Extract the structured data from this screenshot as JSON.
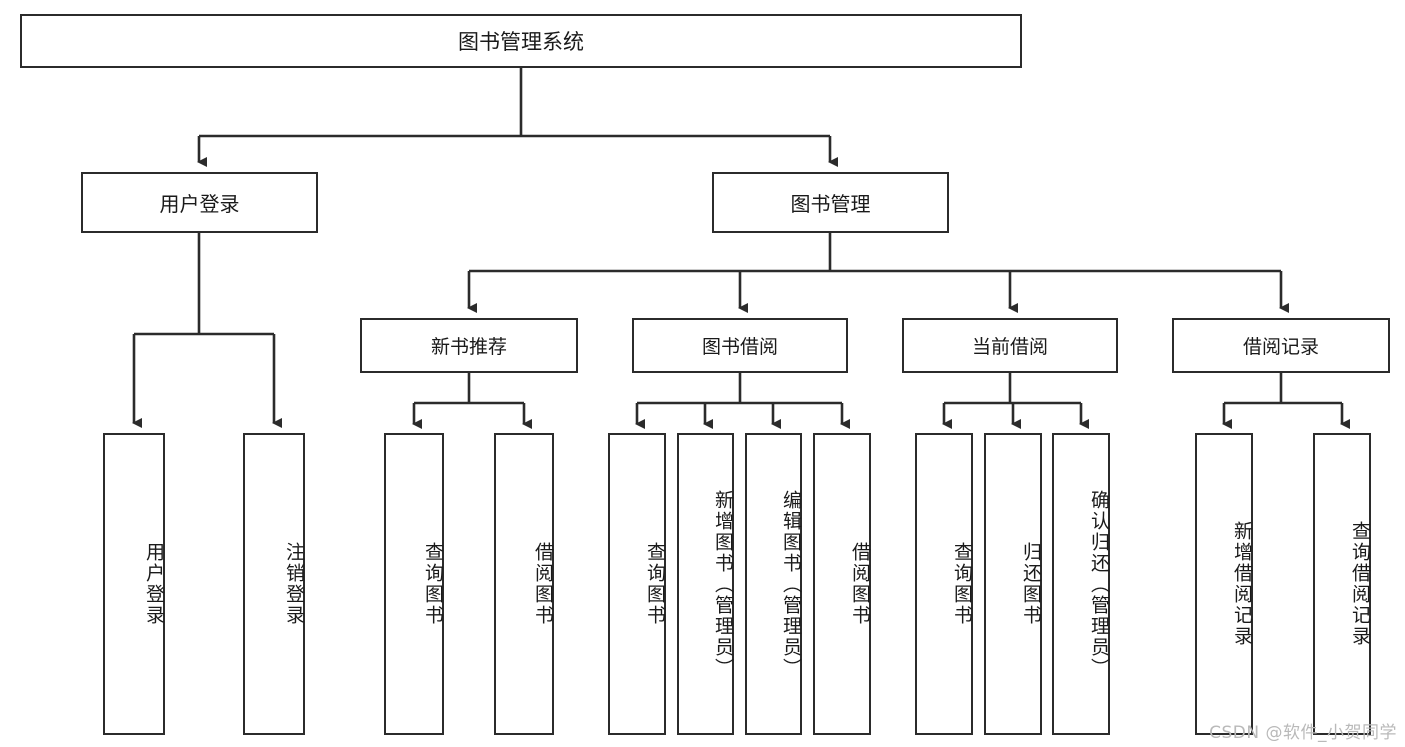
{
  "diagram": {
    "title": "图书管理系统",
    "type": "tree",
    "orientation": "top-down",
    "colors": {
      "node_border": "#2b2b2b",
      "node_fill": "#ffffff",
      "edge": "#2b2b2b",
      "text": "#1a1a1a",
      "watermark": "#b9b9b9",
      "background": "#ffffff"
    }
  },
  "root": {
    "label": "图书管理系统"
  },
  "level1": [
    {
      "label": "用户登录"
    },
    {
      "label": "图书管理"
    }
  ],
  "level2": [
    {
      "label": "新书推荐"
    },
    {
      "label": "图书借阅"
    },
    {
      "label": "当前借阅"
    },
    {
      "label": "借阅记录"
    }
  ],
  "leaves": {
    "user_login": [
      {
        "label": "用户登录"
      },
      {
        "label": "注销登录"
      }
    ],
    "new_book_recommend": [
      {
        "label": "查询图书"
      },
      {
        "label": "借阅图书"
      }
    ],
    "book_borrow": [
      {
        "label": "查询图书"
      },
      {
        "label": "新增图书（管理员）"
      },
      {
        "label": "编辑图书（管理员）"
      },
      {
        "label": "借阅图书"
      }
    ],
    "current_borrow": [
      {
        "label": "查询图书"
      },
      {
        "label": "归还图书"
      },
      {
        "label": "确认归还（管理员）"
      }
    ],
    "borrow_record": [
      {
        "label": "新增借阅记录"
      },
      {
        "label": "查询借阅记录"
      }
    ]
  },
  "watermark": {
    "text": "CSDN @软件_小贺同学"
  }
}
